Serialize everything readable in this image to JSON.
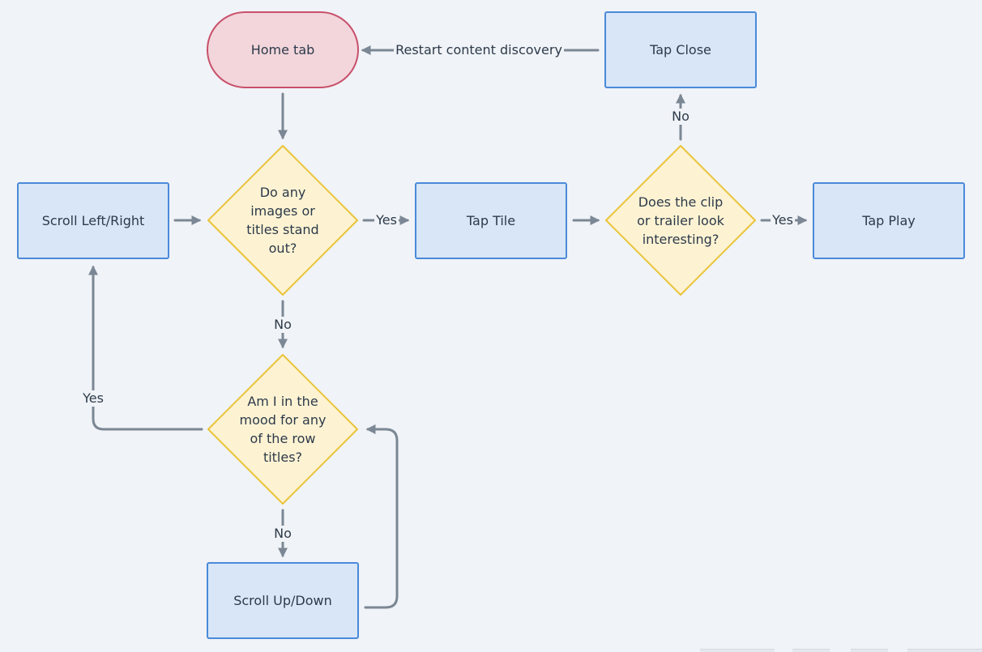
{
  "nodes": {
    "home_tab": "Home tab",
    "tap_close": "Tap Close",
    "scroll_left_right": "Scroll Left/Right",
    "tap_tile": "Tap Tile",
    "tap_play": "Tap Play",
    "scroll_up_down": "Scroll Up/Down",
    "decision_stand_out": "Do any images or titles stand out?",
    "decision_clip": "Does the clip or trailer look interesting?",
    "decision_mood": "Am I in the mood for any of the row titles?"
  },
  "edge_labels": {
    "restart": "Restart content discovery",
    "standout_yes": "Yes",
    "standout_no": "No",
    "clip_yes": "Yes",
    "clip_no": "No",
    "mood_yes": "Yes",
    "mood_no": "No"
  },
  "colors": {
    "process_fill": "#d8e6f8",
    "process_border": "#4a8ad9",
    "terminal_fill": "#f2d6dc",
    "terminal_border": "#c9506a",
    "decision_fill": "#fdf3d3",
    "decision_border": "#eac43a",
    "edge": "#7b8794",
    "background": "#f0f3f7"
  }
}
